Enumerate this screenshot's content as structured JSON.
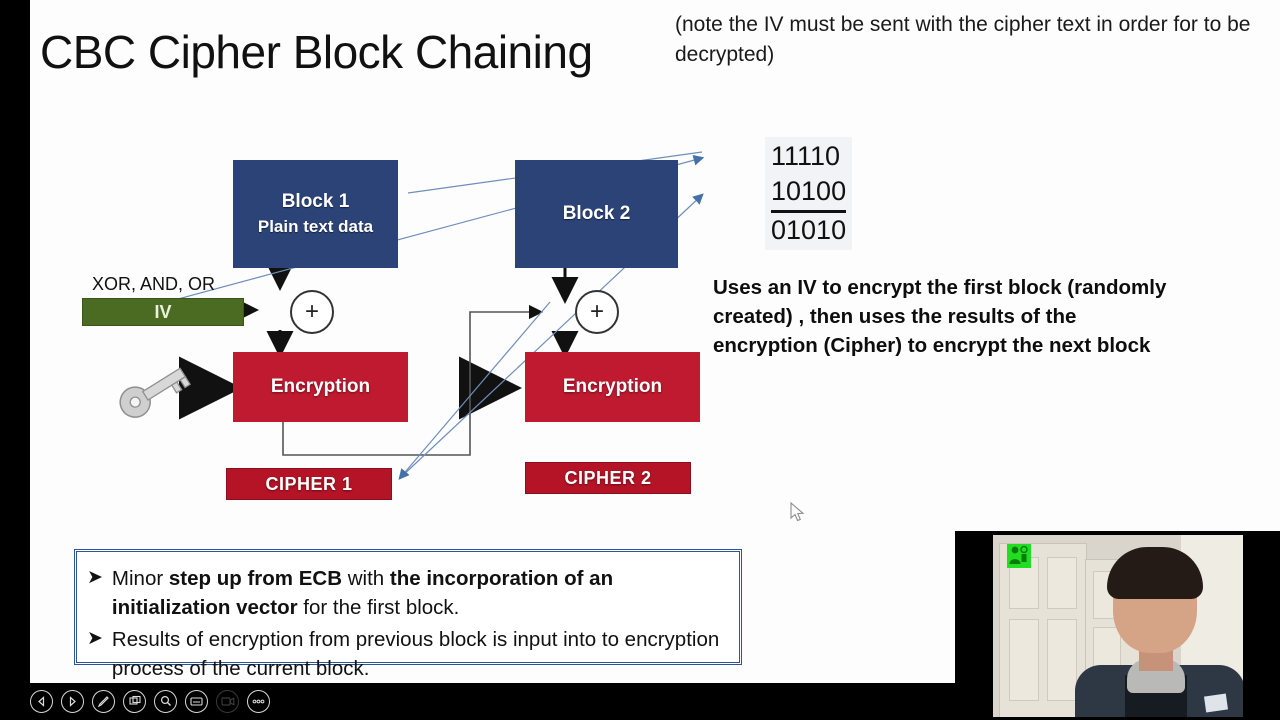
{
  "slide": {
    "title": "CBC Cipher Block Chaining",
    "note": "(note the IV must be sent with the cipher text in order for to be decrypted)",
    "paragraph": "Uses an IV to encrypt the first block (randomly created) , then uses the results of the encryption (Cipher) to encrypt the next block"
  },
  "diagram": {
    "block1_title": "Block 1",
    "block1_sub": "Plain text data",
    "block2_title": "Block 2",
    "xor_label": "XOR, AND, OR",
    "iv_label": "IV",
    "encryption1": "Encryption",
    "encryption2": "Encryption",
    "cipher1": "CIPHER 1",
    "cipher2": "CIPHER 2",
    "xor_symbol": "+",
    "colors": {
      "block": "#2b4377",
      "encryption": "#bf1a2f",
      "cipher": "#b51426",
      "iv": "#4c6b22",
      "arrow": "#4472a8"
    }
  },
  "bits": {
    "line1": "11110",
    "line2": "10100",
    "line3": "01010"
  },
  "bullets": [
    {
      "marker": "➤",
      "parts": [
        {
          "text": "Minor ",
          "bold": false
        },
        {
          "text": "step up from ECB",
          "bold": true
        },
        {
          "text": " with ",
          "bold": false
        },
        {
          "text": "the incorporation of an initialization vector",
          "bold": true
        },
        {
          "text": " for the first block.",
          "bold": false
        }
      ]
    },
    {
      "marker": "➤",
      "parts": [
        {
          "text": "Results of encryption from previous block is input into to encryption process of the current block.",
          "bold": false
        }
      ]
    }
  ],
  "toolbar": [
    {
      "name": "previous-slide-icon",
      "glyph": "◁",
      "active": false
    },
    {
      "name": "next-slide-icon",
      "glyph": "▷",
      "active": false
    },
    {
      "name": "pen-icon",
      "glyph": "✐",
      "active": false
    },
    {
      "name": "screen-share-icon",
      "glyph": "⧉",
      "active": false
    },
    {
      "name": "zoom-icon",
      "glyph": "⌕",
      "active": false
    },
    {
      "name": "notes-icon",
      "glyph": "▤",
      "active": false
    },
    {
      "name": "video-camera-icon",
      "glyph": "▭",
      "active": true
    },
    {
      "name": "more-options-icon",
      "glyph": "•••",
      "active": false
    }
  ],
  "webcam": {
    "badge_name": "presenter-badge-icon",
    "badge_color": "#22dd22"
  }
}
